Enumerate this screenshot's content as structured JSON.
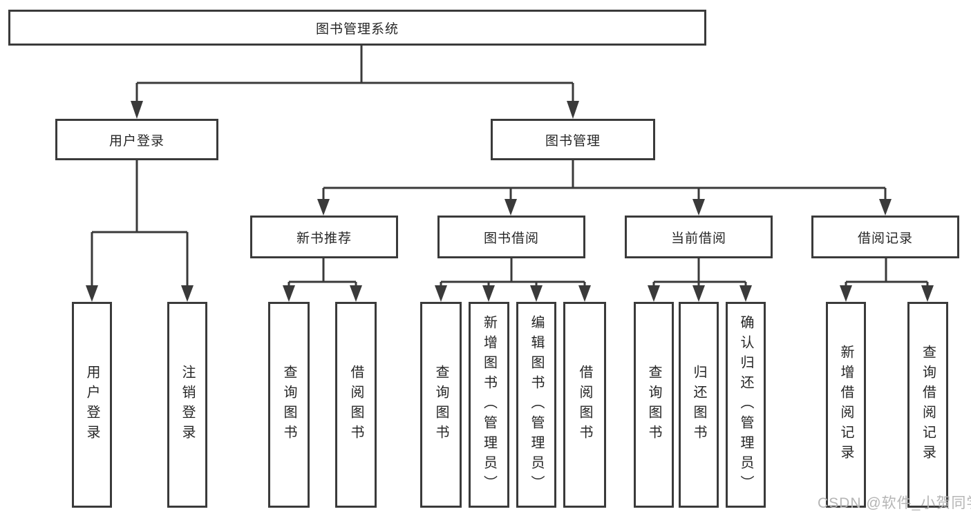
{
  "colors": {
    "background": "#ffffff",
    "line": "#3a3a3a",
    "text": "#262626",
    "watermark": "#b5b5b5"
  },
  "watermark": {
    "text": "CSDN @软件_小贺同学"
  },
  "tree": {
    "root": {
      "label": "图书管理系统",
      "children": [
        {
          "label": "用户登录",
          "children": [
            {
              "label": "用户登录"
            },
            {
              "label": "注销登录"
            }
          ]
        },
        {
          "label": "图书管理",
          "children": [
            {
              "label": "新书推荐",
              "children": [
                {
                  "label": "查询图书"
                },
                {
                  "label": "借阅图书"
                }
              ]
            },
            {
              "label": "图书借阅",
              "children": [
                {
                  "label": "查询图书"
                },
                {
                  "label": "新增图书（管理员）"
                },
                {
                  "label": "编辑图书（管理员）"
                },
                {
                  "label": "借阅图书"
                }
              ]
            },
            {
              "label": "当前借阅",
              "children": [
                {
                  "label": "查询图书"
                },
                {
                  "label": "归还图书"
                },
                {
                  "label": "确认归还（管理员）"
                }
              ]
            },
            {
              "label": "借阅记录",
              "children": [
                {
                  "label": "新增借阅记录"
                },
                {
                  "label": "查询借阅记录"
                }
              ]
            }
          ]
        }
      ]
    }
  }
}
